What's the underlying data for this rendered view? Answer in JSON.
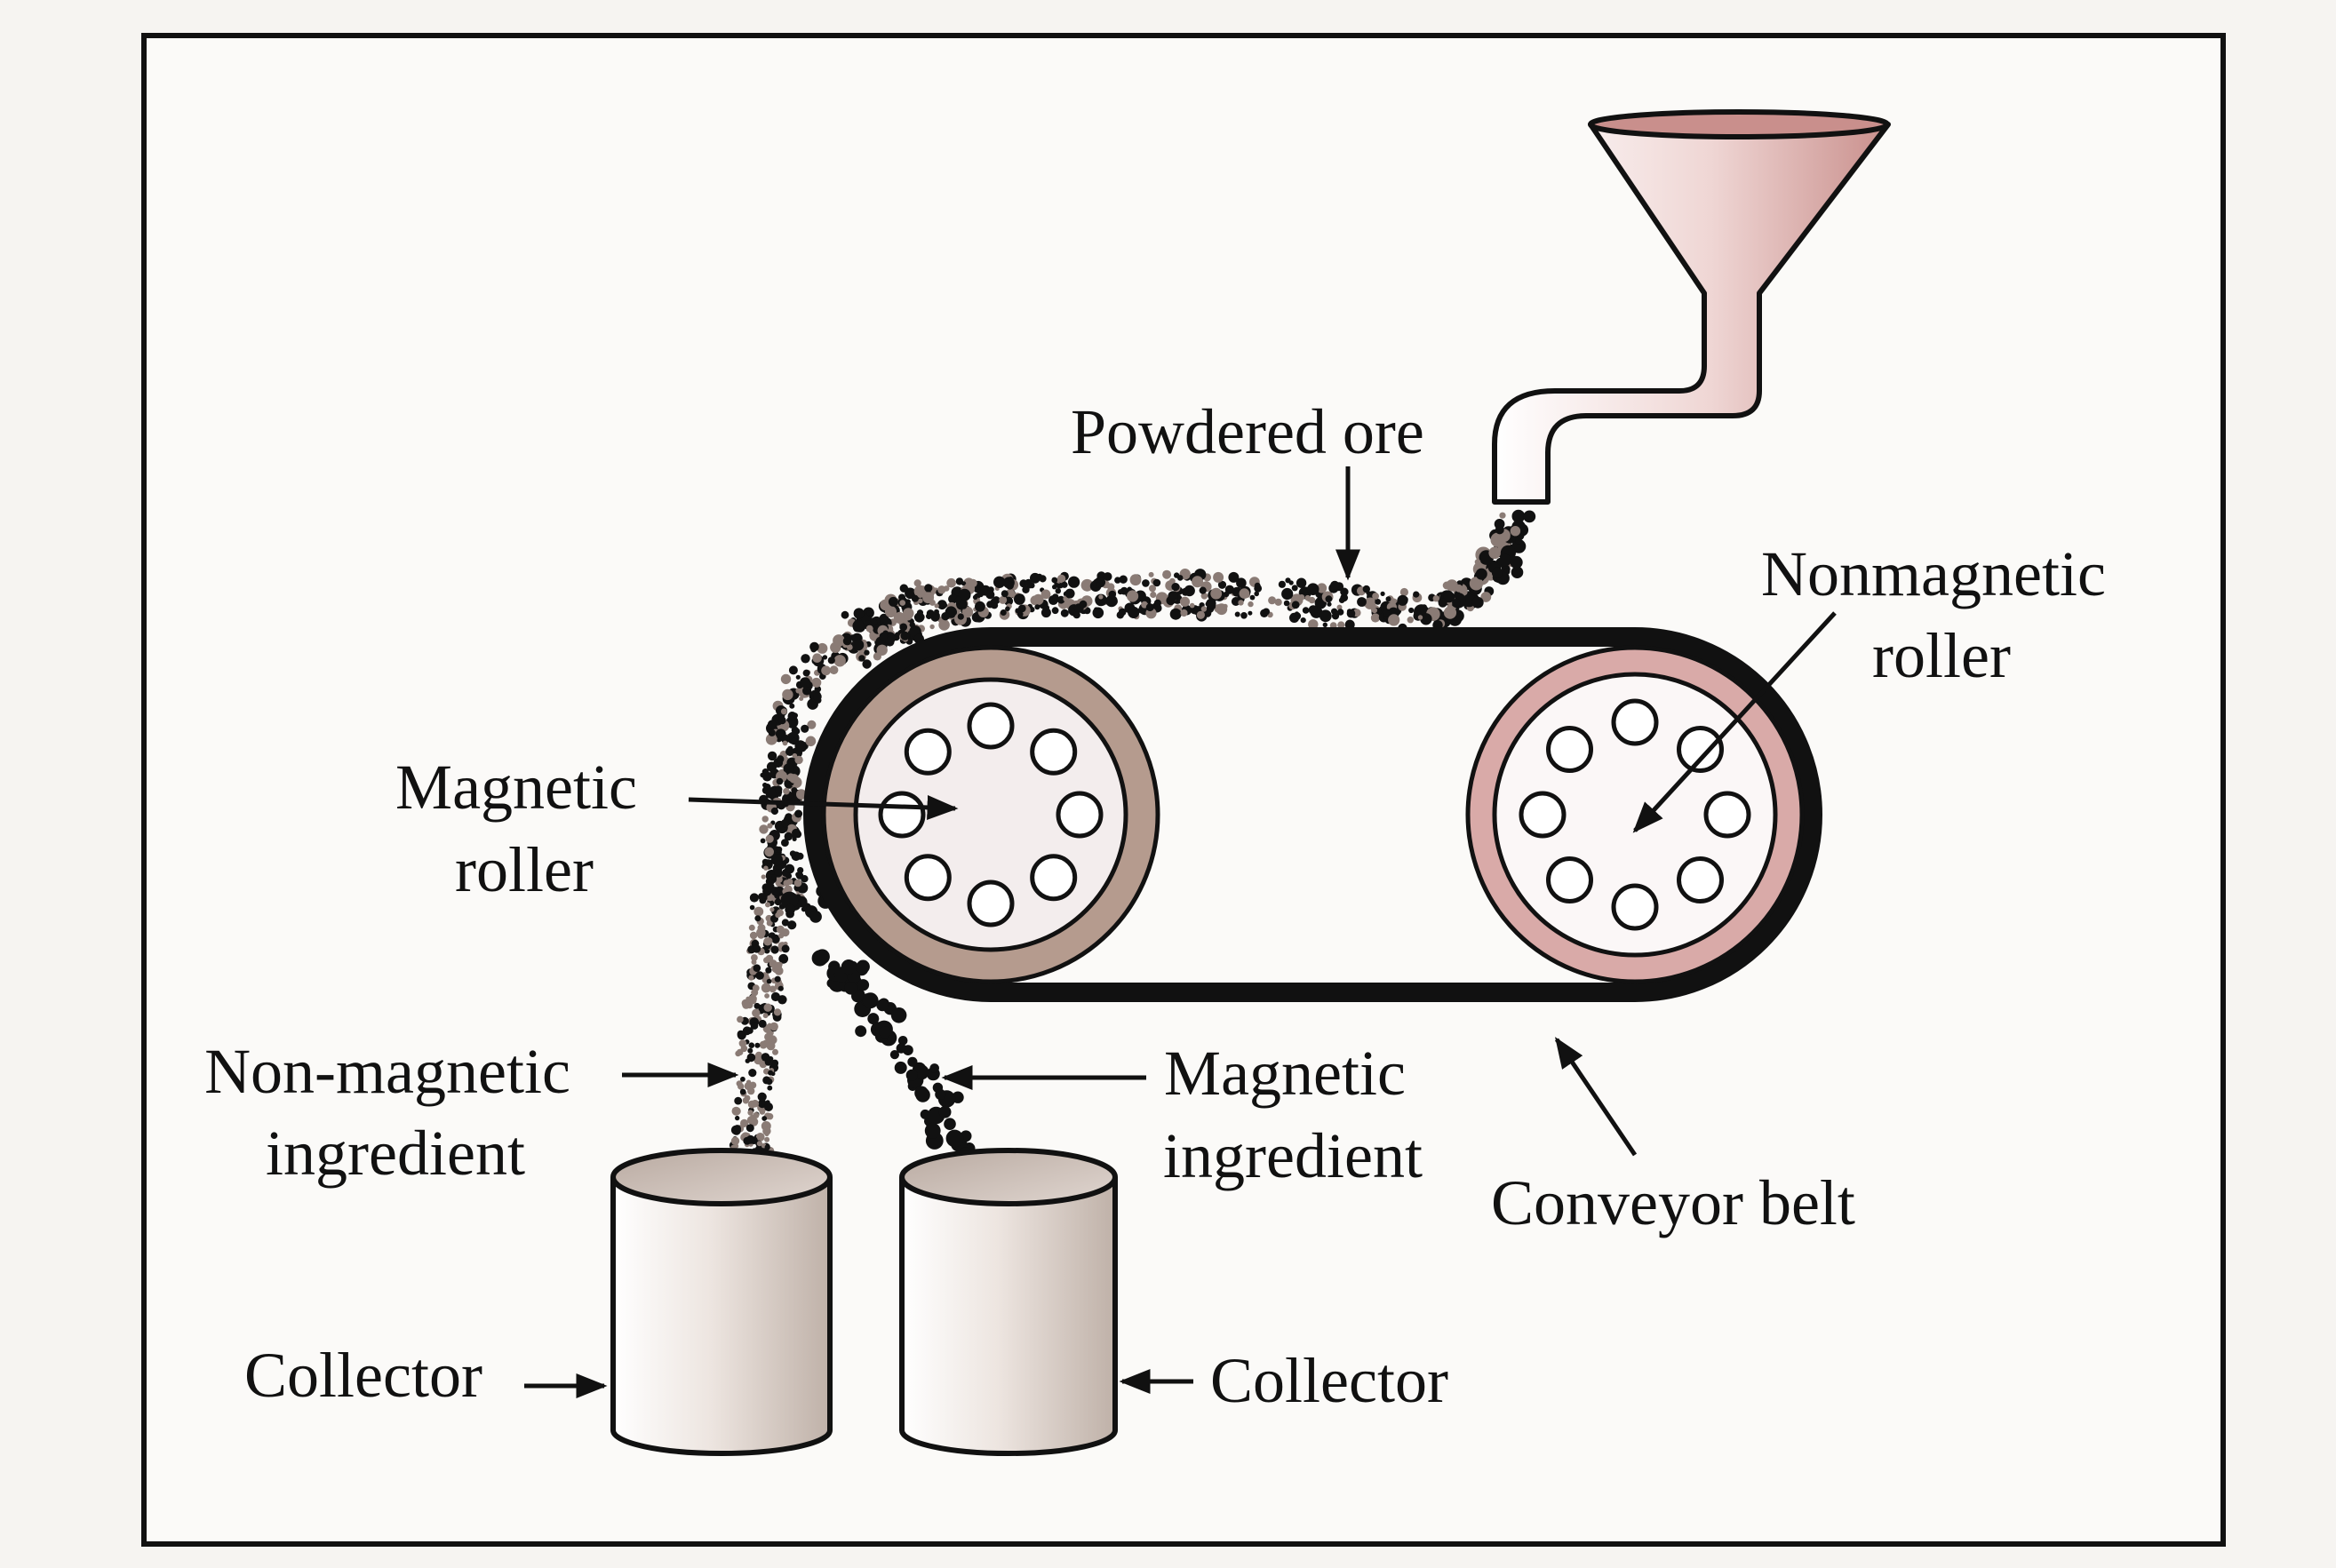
{
  "labels": {
    "powdered_ore": "Powdered ore",
    "nonmagnetic_roller": [
      "Nonmagnetic",
      "roller"
    ],
    "magnetic_roller": [
      "Magnetic",
      "roller"
    ],
    "nonmagnetic_ingredient": [
      "Non-magnetic",
      "ingredient"
    ],
    "magnetic_ingredient": [
      "Magnetic",
      "ingredient"
    ],
    "conveyor_belt": "Conveyor belt",
    "collector_left": "Collector",
    "collector_right": "Collector"
  },
  "colors": {
    "ink": "#111111",
    "roller_rim": "#b59b8e",
    "roller_face": "#f4ecec",
    "pink_shade": "#d9aaa8",
    "cup_shade": "#c9bcb4"
  }
}
